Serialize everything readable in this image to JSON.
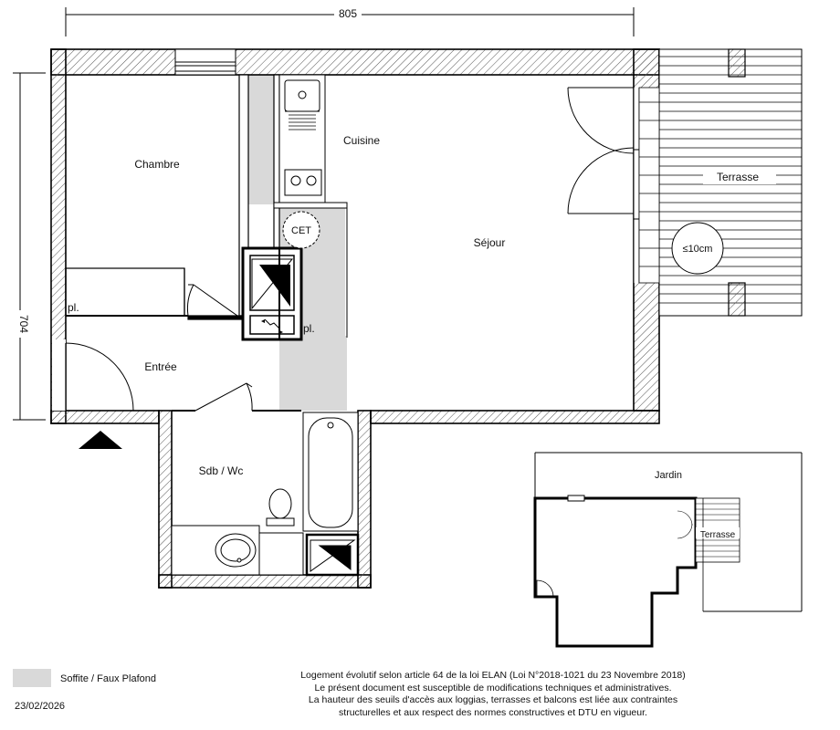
{
  "dimensions": {
    "width_label": "805",
    "height_label": "704"
  },
  "rooms": {
    "chambre": "Chambre",
    "cuisine": "Cuisine",
    "sejour": "Séjour",
    "entree": "Entrée",
    "sdb": "Sdb / Wc",
    "terrasse": "Terrasse",
    "placard": "pl."
  },
  "equipment": {
    "cet": "CET",
    "threshold": "≤10cm"
  },
  "inset": {
    "jardin": "Jardin",
    "terrasse": "Terrasse"
  },
  "legend": {
    "label": "Soffite / Faux Plafond",
    "color": "#d9d9d9"
  },
  "notes": [
    "Logement évolutif selon article 64 de la loi ELAN (Loi N°2018-1021 du 23 Novembre 2018)",
    "Le présent document est susceptible de modifications techniques et administratives.",
    "La hauteur des seuils d'accès aux loggias, terrasses et balcons est liée aux contraintes",
    "structurelles et aux respect des normes constructives et DTU en vigueur."
  ],
  "date": "23/02/2026",
  "colors": {
    "wall": "#000000",
    "soffit": "#d9d9d9",
    "wall_fill": "#ffffff"
  }
}
